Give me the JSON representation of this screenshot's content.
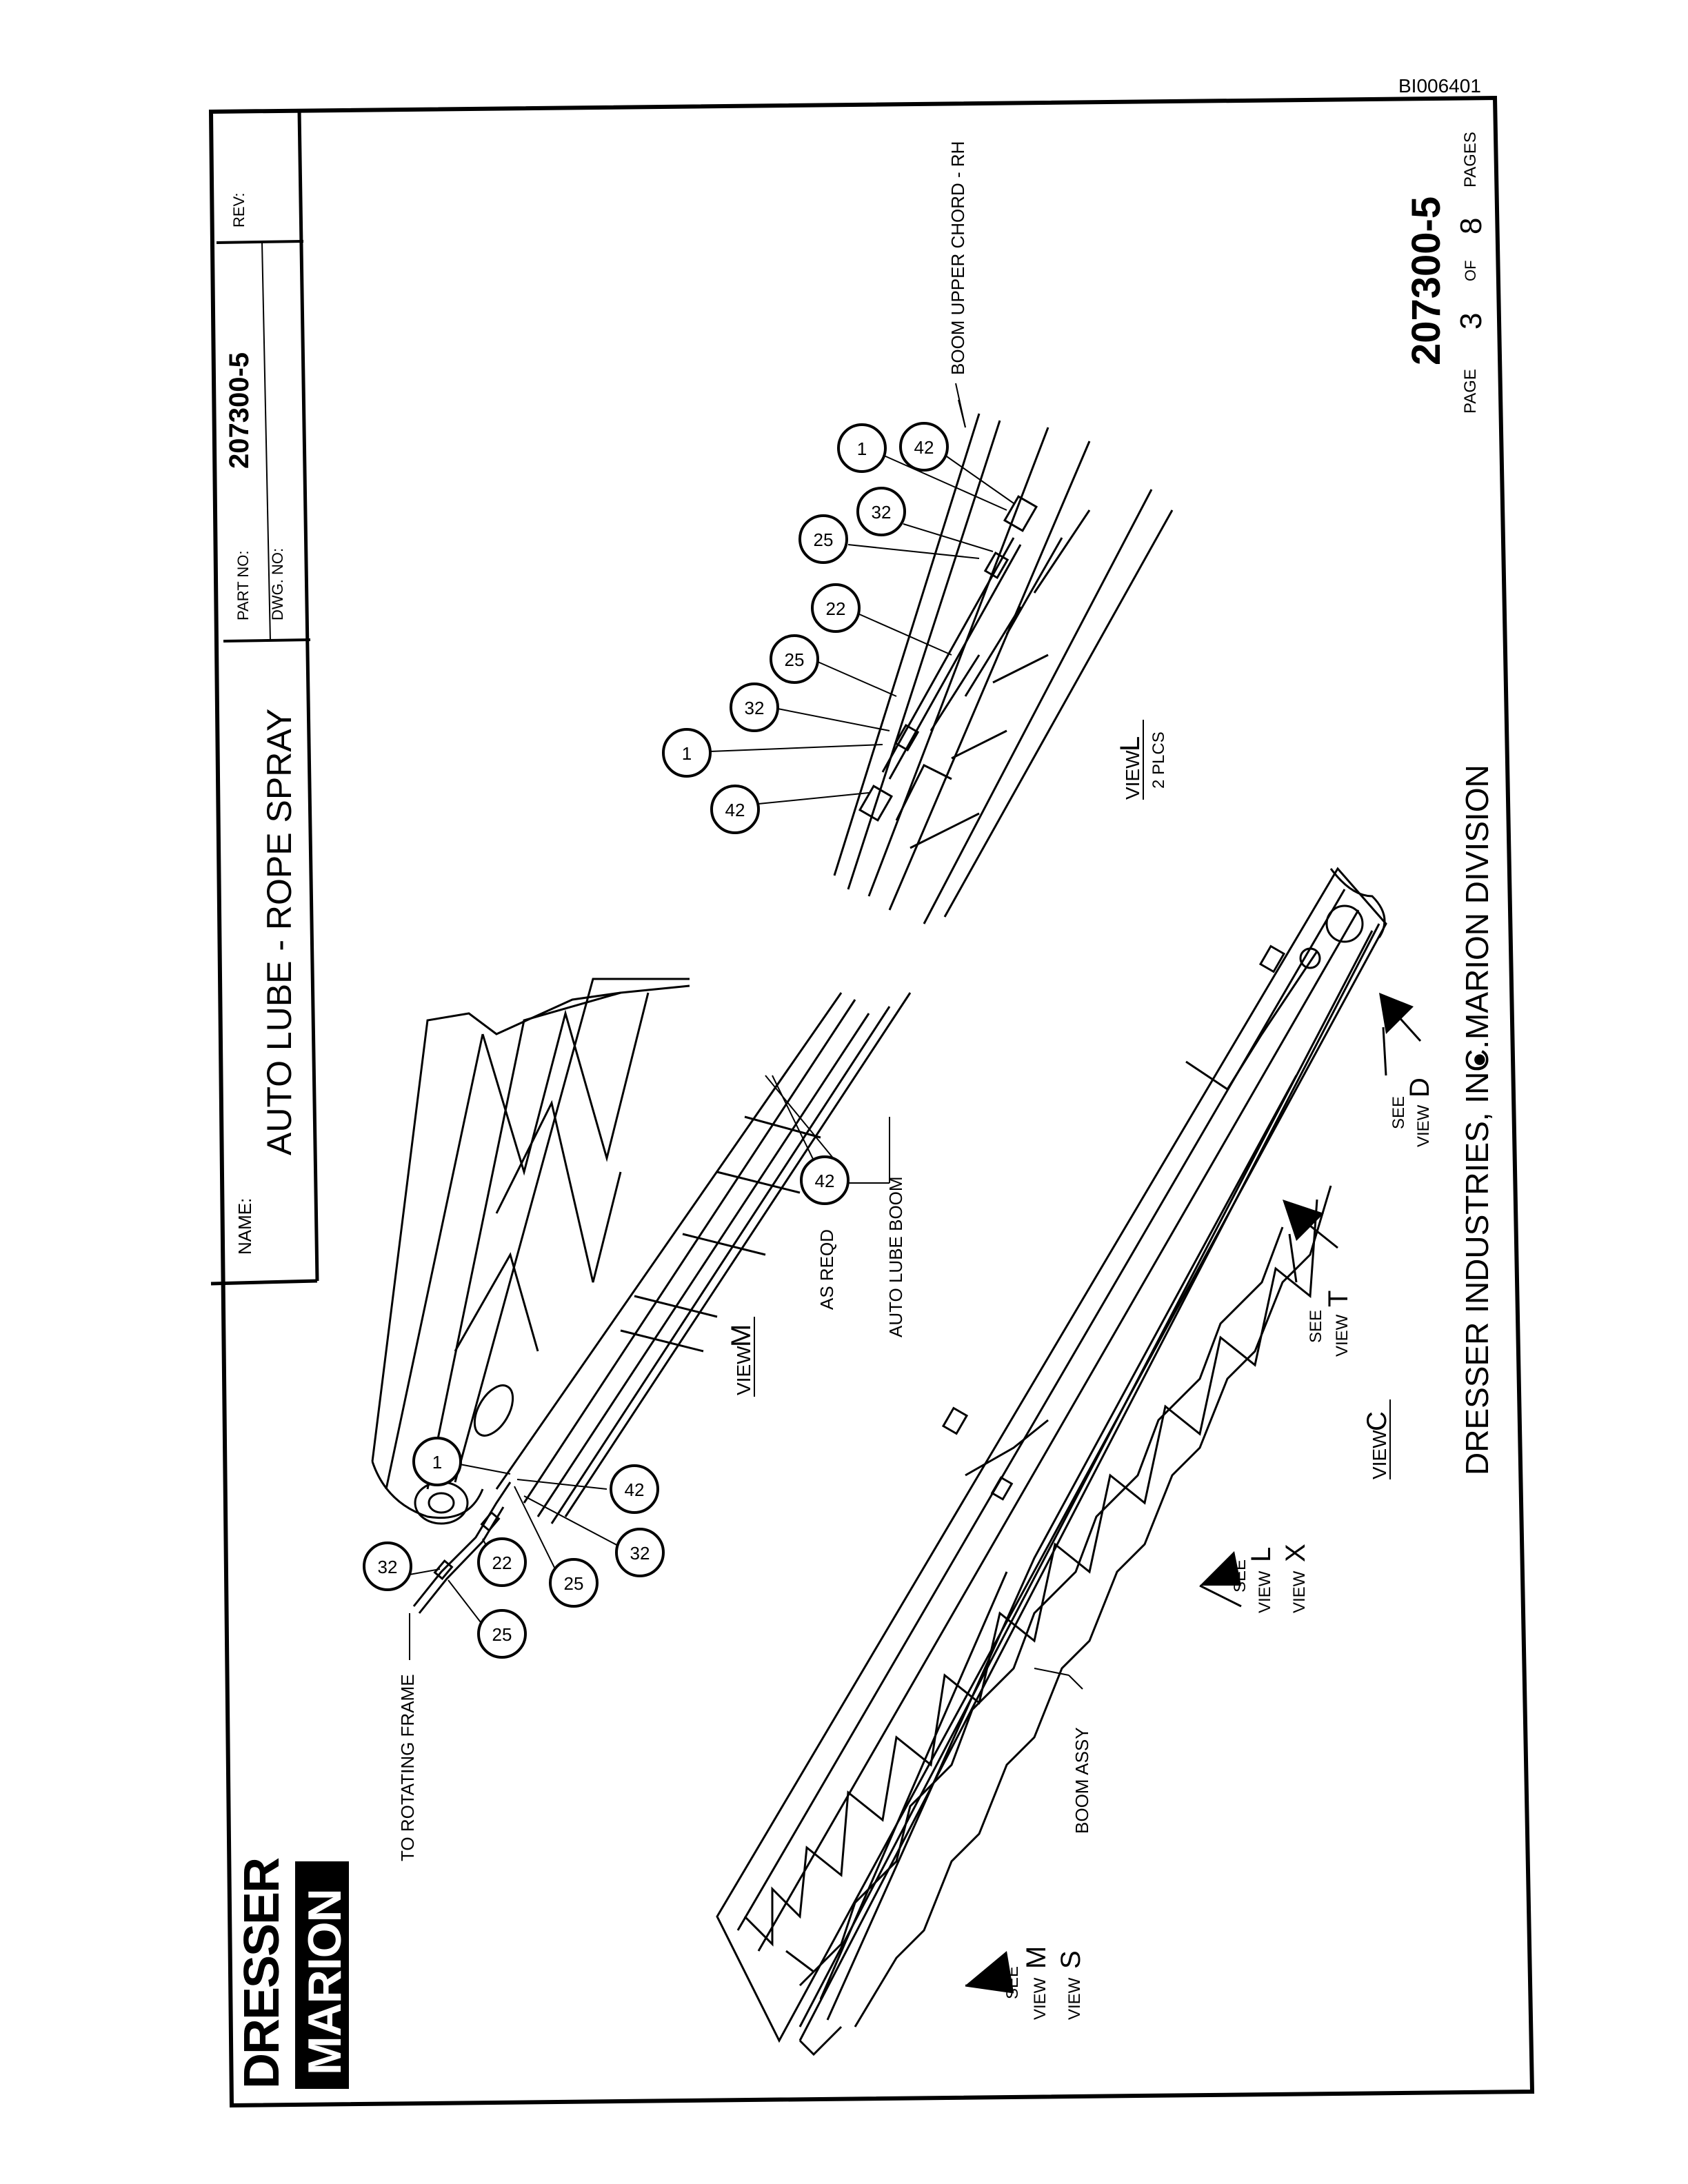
{
  "doc_id": "BI006401",
  "title_block": {
    "name_label": "NAME:",
    "name": "AUTO LUBE - ROPE SPRAY",
    "part_no_label": "PART NO:",
    "part_no": "207300-5",
    "dwg_no_label": "DWG. NO:",
    "rev_label": "REV:"
  },
  "logo": {
    "line1": "DRESSER",
    "line2": "MARION"
  },
  "footer": {
    "company": "DRESSER INDUSTRIES, INC.",
    "bullet": "●",
    "division": "MARION DIVISION",
    "doc_number": "207300-5",
    "page_label": "PAGE",
    "page": "3",
    "of_label": "OF",
    "total": "8",
    "pages_label": "PAGES"
  },
  "views": {
    "view_m": {
      "prefix": "VIEW",
      "letter": "M"
    },
    "view_l": {
      "prefix": "VIEW",
      "letter": "L",
      "note": "2 PLCS"
    },
    "view_c": {
      "prefix": "VIEW",
      "letter": "C"
    }
  },
  "labels": {
    "to_rotating_frame": "TO ROTATING FRAME",
    "as_reqd": "AS REQD",
    "auto_lube_boom": "AUTO LUBE BOOM",
    "boom_upper_chord": "BOOM UPPER CHORD - RH",
    "boom_assy": "BOOM ASSY"
  },
  "see_refs": {
    "see_word": "SEE",
    "view_word": "VIEW",
    "ref_ms": [
      "M",
      "S"
    ],
    "ref_lx": [
      "L",
      "X"
    ],
    "ref_t": [
      "T"
    ],
    "ref_d": [
      "D"
    ]
  },
  "callouts_m": [
    "1",
    "42",
    "32",
    "22",
    "25",
    "32",
    "25",
    "42"
  ],
  "callouts_l": [
    "1",
    "42",
    "32",
    "25",
    "22",
    "25",
    "32",
    "1",
    "42"
  ]
}
